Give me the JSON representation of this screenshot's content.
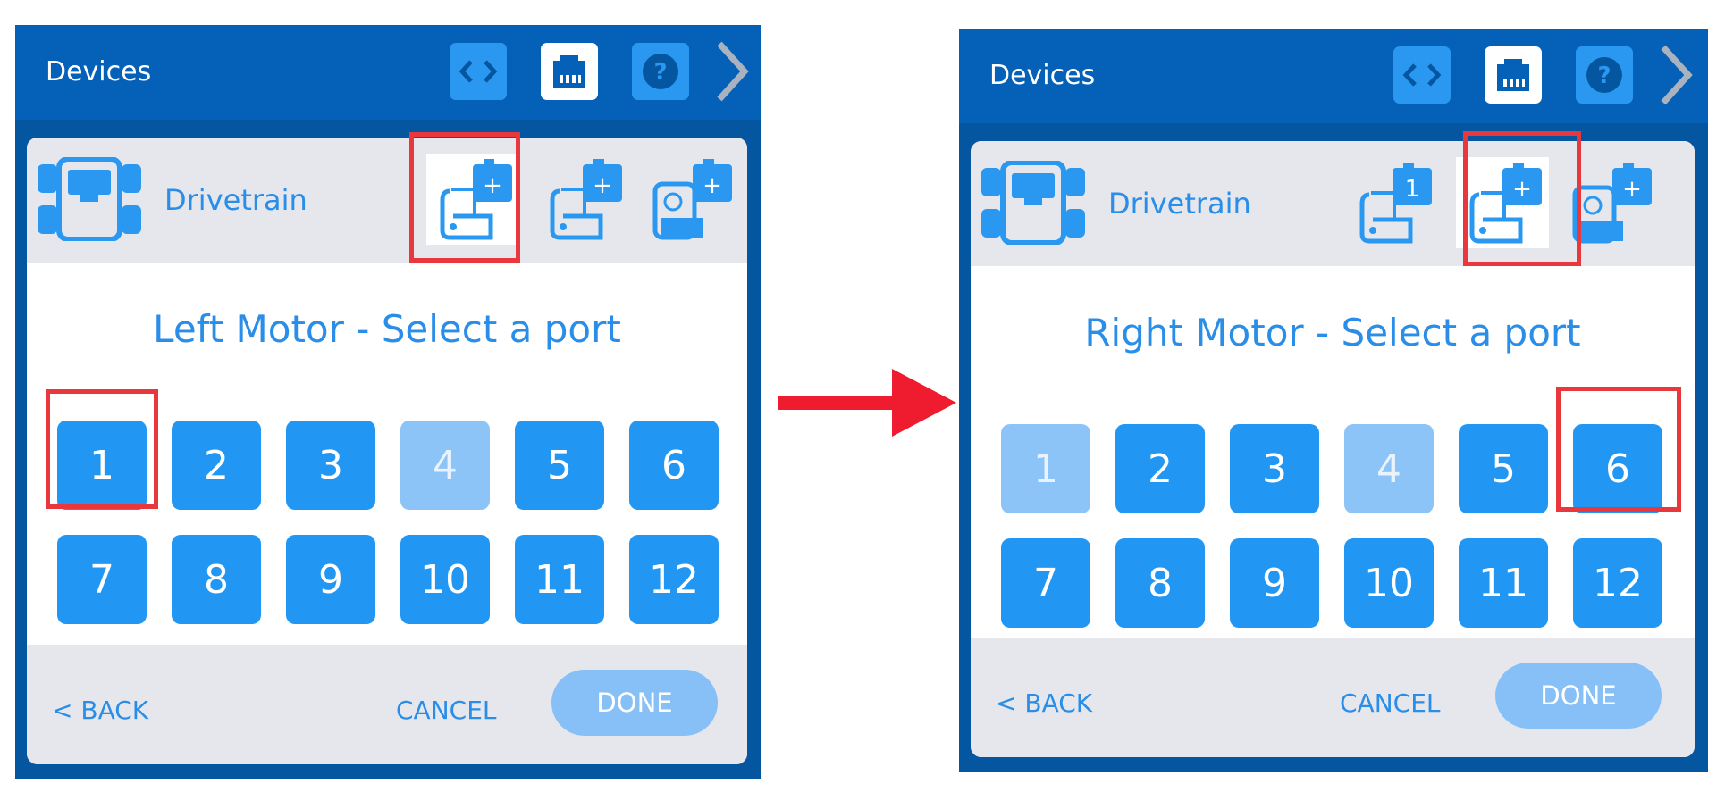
{
  "panels": [
    {
      "header_title": "Devices",
      "drivetrain_label": "Drivetrain",
      "heading": "Left Motor - Select a port",
      "ports": [
        "1",
        "2",
        "3",
        "4",
        "5",
        "6",
        "7",
        "8",
        "9",
        "10",
        "11",
        "12"
      ],
      "device_badges": [
        "+",
        "+",
        "+"
      ],
      "back_label": "< BACK",
      "cancel_label": "CANCEL",
      "done_label": "DONE"
    },
    {
      "header_title": "Devices",
      "drivetrain_label": "Drivetrain",
      "heading": "Right Motor - Select a port",
      "ports": [
        "1",
        "2",
        "3",
        "4",
        "5",
        "6",
        "7",
        "8",
        "9",
        "10",
        "11",
        "12"
      ],
      "device_badges": [
        "1",
        "+",
        "+"
      ],
      "back_label": "< BACK",
      "cancel_label": "CANCEL",
      "done_label": "DONE"
    }
  ],
  "colors": {
    "accent": "#2196f3",
    "header": "#0561b8",
    "highlight": "#e8383d",
    "arrow": "#ee1c2e"
  }
}
